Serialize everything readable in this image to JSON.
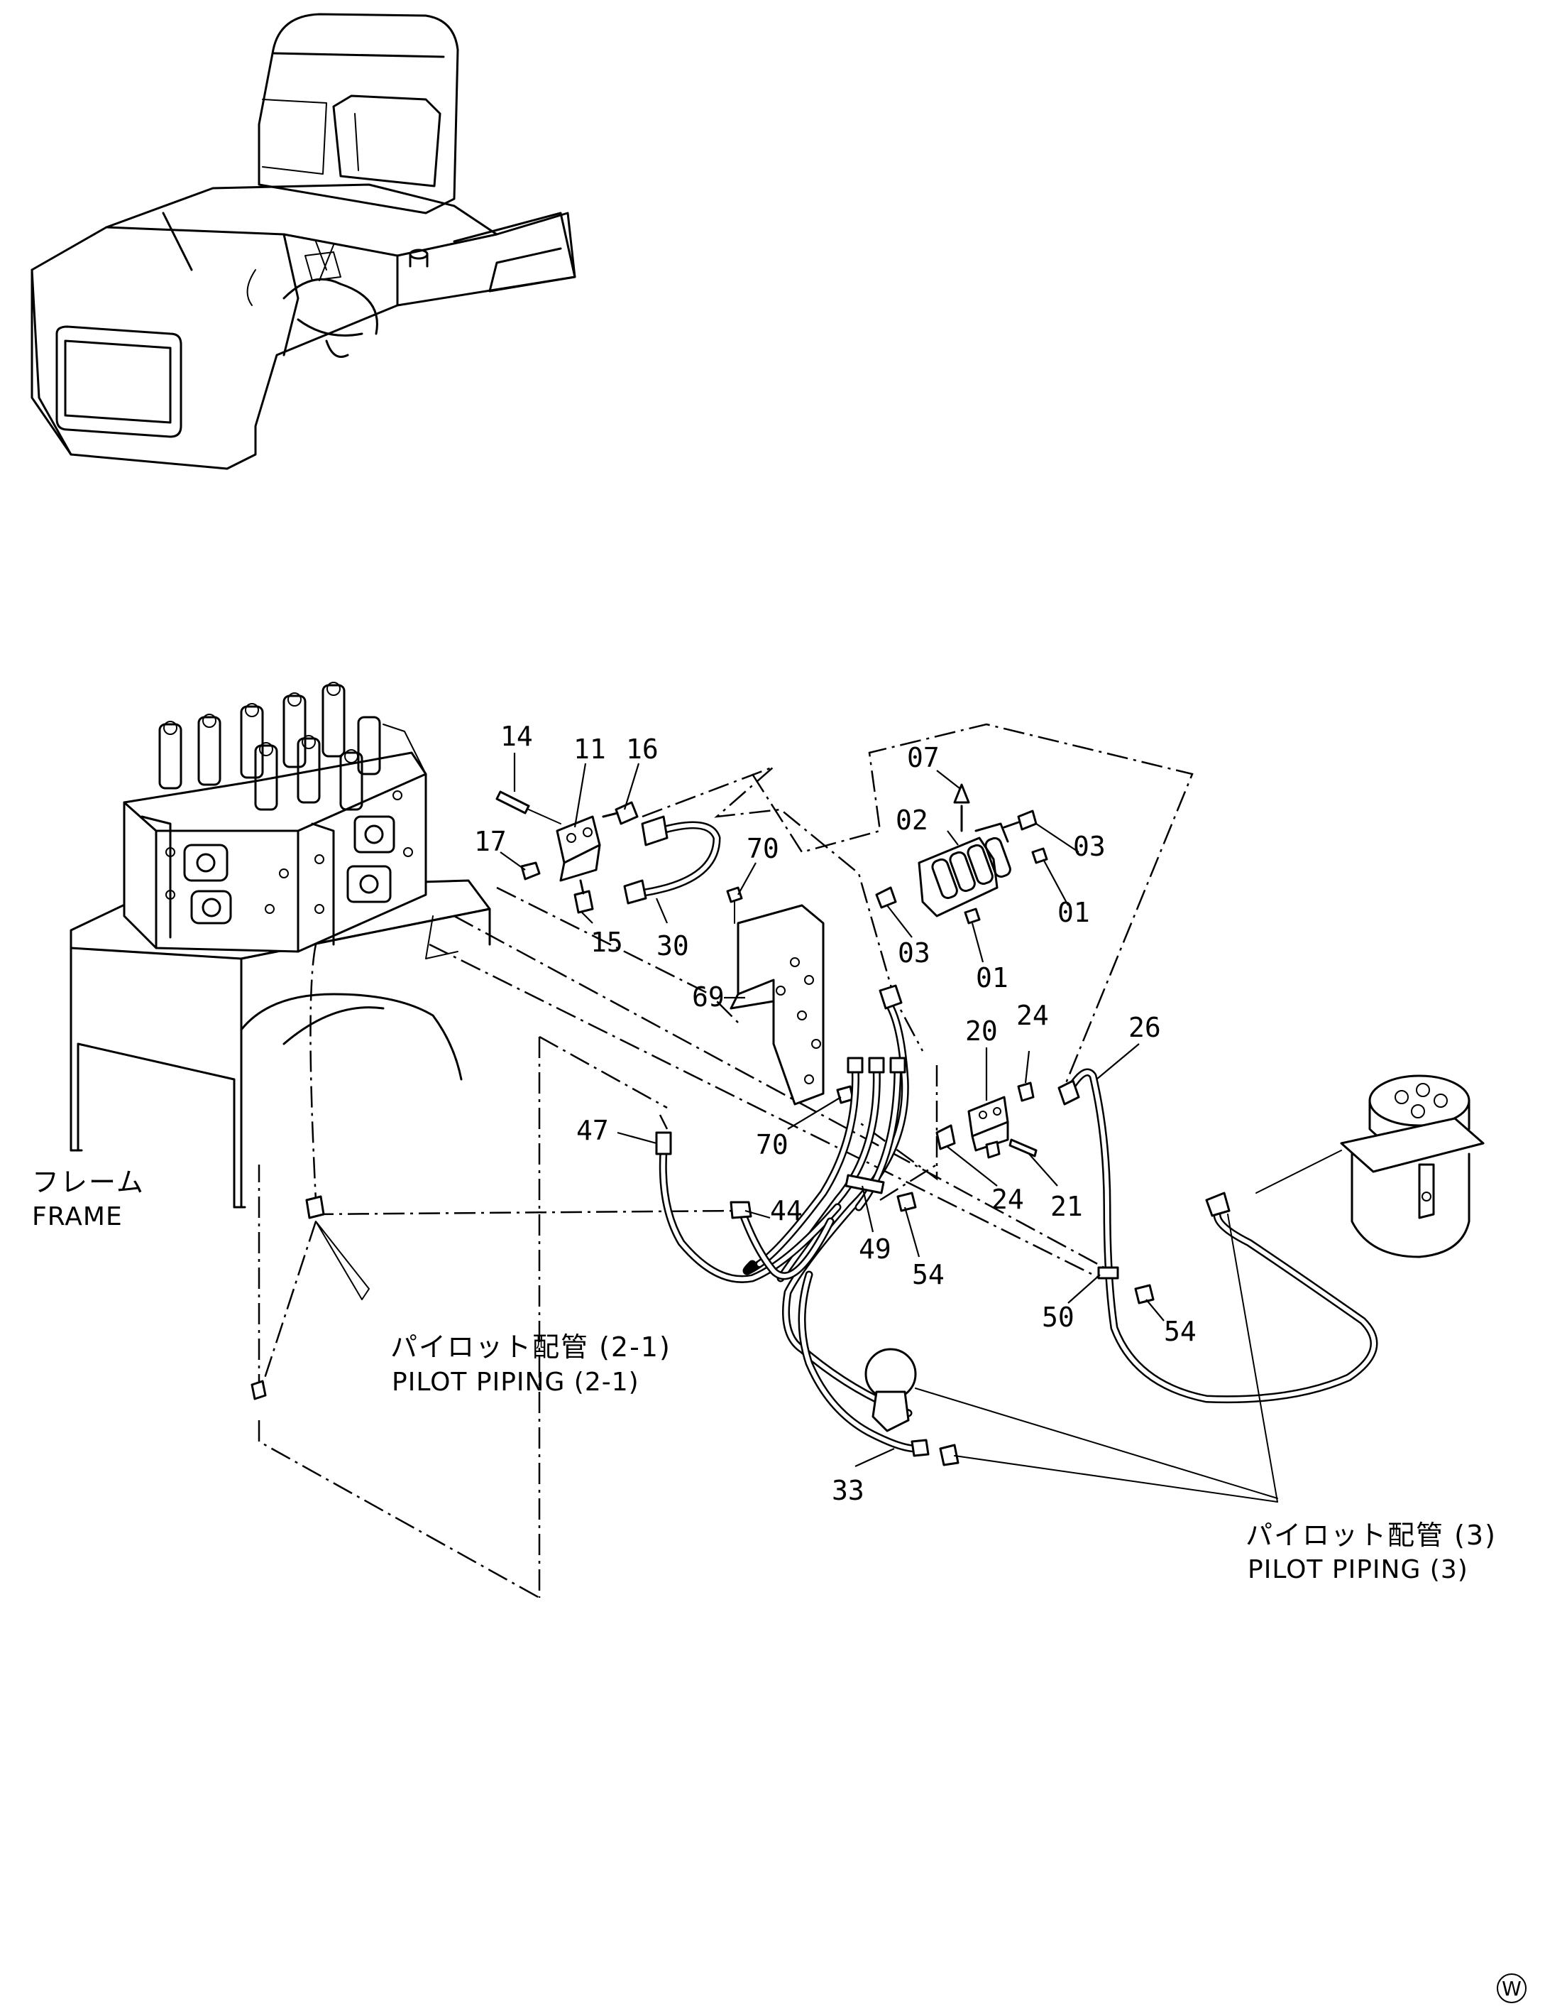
{
  "labels": {
    "frame_jp": "フレーム",
    "frame_en": "FRAME",
    "pilot_2_1_jp": "パイロット配管 (2-1)",
    "pilot_2_1_en": "PILOT PIPING (2-1)",
    "pilot_3_jp": "パイロット配管 (3)",
    "pilot_3_en": "PILOT PIPING (3)",
    "corner_mark": "W"
  },
  "parts": {
    "p14": "14",
    "p11": "11",
    "p16": "16",
    "p17": "17",
    "p15": "15",
    "p30": "30",
    "p70a": "70",
    "p69": "69",
    "p07": "07",
    "p02": "02",
    "p03a": "03",
    "p01a": "01",
    "p03b": "03",
    "p01b": "01",
    "p20": "20",
    "p24a": "24",
    "p26": "26",
    "p24b": "24",
    "p21": "21",
    "p70b": "70",
    "p47": "47",
    "p44": "44",
    "p49": "49",
    "p54a": "54",
    "p50": "50",
    "p54b": "54",
    "p33": "33"
  }
}
